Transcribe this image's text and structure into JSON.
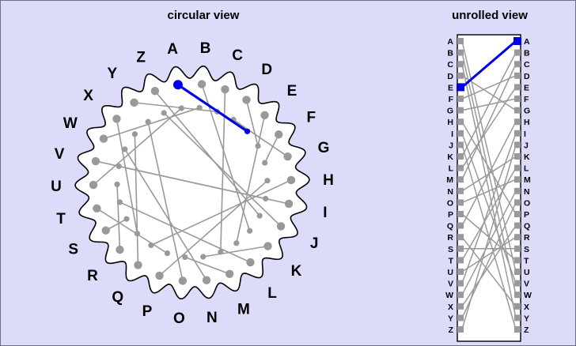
{
  "titles": {
    "circular": "circular view",
    "unrolled": "unrolled view"
  },
  "letters": [
    "A",
    "B",
    "C",
    "D",
    "E",
    "F",
    "G",
    "H",
    "I",
    "J",
    "K",
    "L",
    "M",
    "N",
    "O",
    "P",
    "Q",
    "R",
    "S",
    "T",
    "U",
    "V",
    "W",
    "X",
    "Y",
    "Z"
  ],
  "wiring": {
    "A": "E",
    "B": "K",
    "C": "M",
    "D": "F",
    "E": "L",
    "F": "G",
    "G": "D",
    "H": "Q",
    "I": "V",
    "J": "Z",
    "K": "N",
    "L": "T",
    "M": "O",
    "N": "W",
    "O": "Y",
    "P": "H",
    "Q": "X",
    "R": "U",
    "S": "S",
    "T": "P",
    "U": "A",
    "V": "I",
    "W": "B",
    "X": "R",
    "Y": "C",
    "Z": "J"
  },
  "highlight": {
    "from": "A",
    "to": "E"
  },
  "colors": {
    "background": "#dcdcfa",
    "wire": "#999999",
    "pin": "#999999",
    "highlight": "#0000e6",
    "rotor_fill": "#ffffff",
    "outline": "#000000"
  }
}
